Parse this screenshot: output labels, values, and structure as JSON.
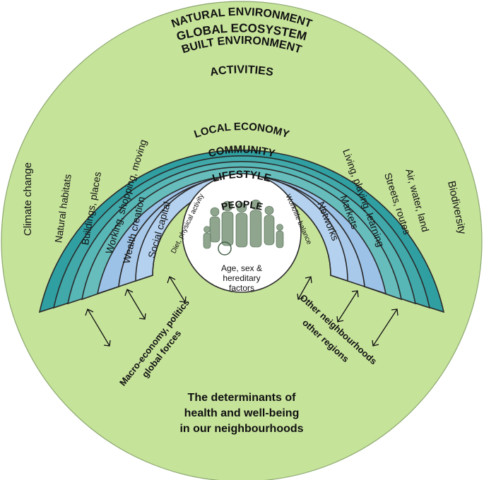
{
  "rings": {
    "global_ecosystem": "GLOBAL ECOSYSTEM",
    "natural_environment": "NATURAL ENVIRONMENT",
    "built_environment": "BUILT ENVIRONMENT",
    "activities": "ACTIVITIES",
    "local_economy": "LOCAL ECONOMY",
    "community": "COMMUNITY",
    "lifestyle": "LIFESTYLE",
    "people": "PEOPLE"
  },
  "outer_labels": {
    "left": "Climate change",
    "right": "Biodiversity"
  },
  "left_labels": {
    "natural_habitats": "Natural habitats",
    "buildings_places": "Buildings, places",
    "working_shopping": "Working, shopping, moving",
    "wealth_creation": "Wealth creation",
    "social_capital": "Social capital",
    "diet_activity": "Diet, physical activity"
  },
  "right_labels": {
    "air_water_land": "Air, water, land",
    "streets_routes": "Streets, routes",
    "living_playing": "Living, playing, learning",
    "markets": "Markets",
    "networks": "Networks",
    "work_life": "Work/life balance"
  },
  "people_factors": [
    "Age, sex &",
    "hereditary",
    "factors"
  ],
  "influences": {
    "left": [
      "Macro-economy, politics",
      "global forces"
    ],
    "right": [
      "Other neighbourhoods",
      "other regions"
    ]
  },
  "caption": [
    "The determinants of",
    "health and well-being",
    "in our neighbourhoods"
  ],
  "colors": {
    "outer": "#c6e39a",
    "teal_outer": "#2f9fa1",
    "teal_mid": "#57b6b6",
    "teal_inner": "#64bcbb",
    "blue": "#a8c7ea",
    "center": "#ffffff"
  }
}
